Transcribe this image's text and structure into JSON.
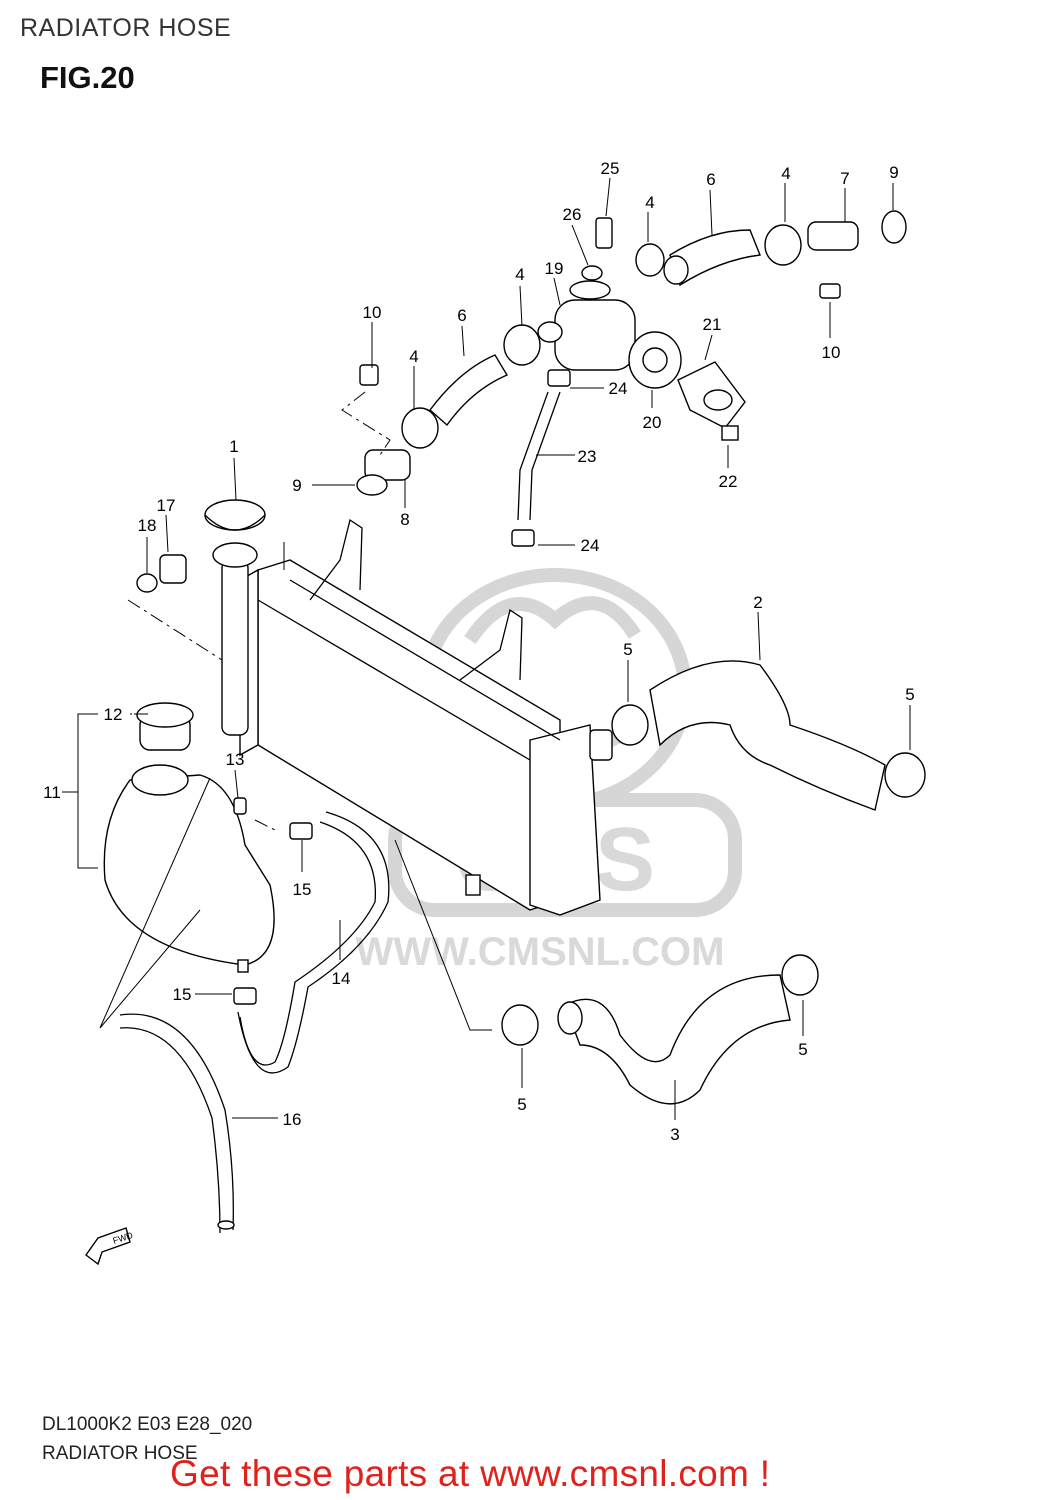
{
  "header": {
    "section_title": "RADIATOR HOSE",
    "figure_label": "FIG.20"
  },
  "watermark": {
    "brand": "CMS",
    "url": "WWW.CMSNL.COM"
  },
  "diagram": {
    "callouts": [
      "1",
      "2",
      "3",
      "4",
      "5",
      "6",
      "7",
      "8",
      "9",
      "10",
      "11",
      "12",
      "13",
      "14",
      "15",
      "16",
      "17",
      "18",
      "19",
      "20",
      "21",
      "22",
      "23",
      "24",
      "25",
      "26"
    ],
    "direction_marker": "FWD"
  },
  "footer": {
    "code": "DL1000K2 E03 E28_020",
    "title": "RADIATOR HOSE",
    "promo": "Get these parts at www.cmsnl.com !"
  },
  "colors": {
    "promo": "#e0221c",
    "line": "#000000",
    "watermark": "#d6d6d6"
  }
}
